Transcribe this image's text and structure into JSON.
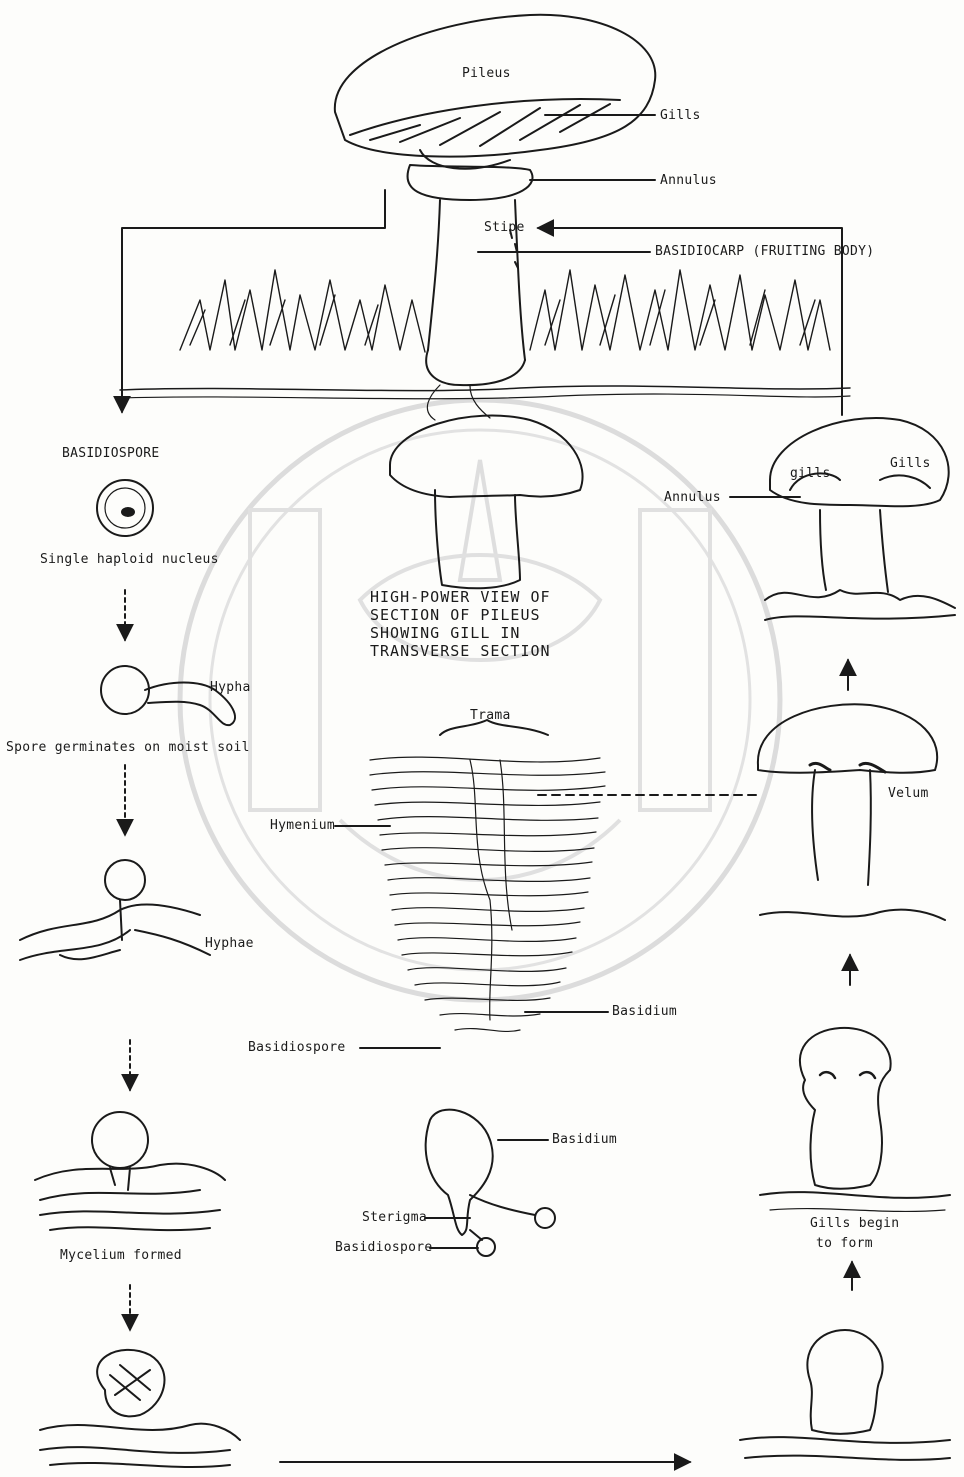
{
  "labels": {
    "pileus": "Pileus",
    "gills_top": "Gills",
    "annulus_top": "Annulus",
    "stipe": "Stipe",
    "basidiocarp": "BASIDIOCARP (FRUITING BODY)",
    "basidiospore_head": "BASIDIOSPORE",
    "single_nucleus": "Single haploid nucleus",
    "hypha": "Hypha",
    "spore_germinates": "Spore germinates on moist soil",
    "hyphae": "Hyphae",
    "mycelium": "Mycelium formed",
    "trama": "Trama",
    "hymenium": "Hymenium",
    "basidium_mid": "Basidium",
    "basidiospore_mid": "Basidiospore",
    "basidium_low": "Basidium",
    "sterigma": "Sterigma",
    "basidiospore_low": "Basidiospore",
    "annulus_right": "Annulus",
    "gills_right_a": "gills",
    "gills_right_b": "Gills",
    "velum": "Velum",
    "gills_begin_1": "Gills begin",
    "gills_begin_2": "to form"
  },
  "caption": [
    "HIGH-POWER VIEW OF",
    "SECTION OF PILEUS",
    "SHOWING GILL IN",
    "TRANSVERSE SECTION"
  ],
  "colors": {
    "ink": "#1a1a1a",
    "paper": "#fdfdfb",
    "watermark": "#d8d8d8"
  }
}
